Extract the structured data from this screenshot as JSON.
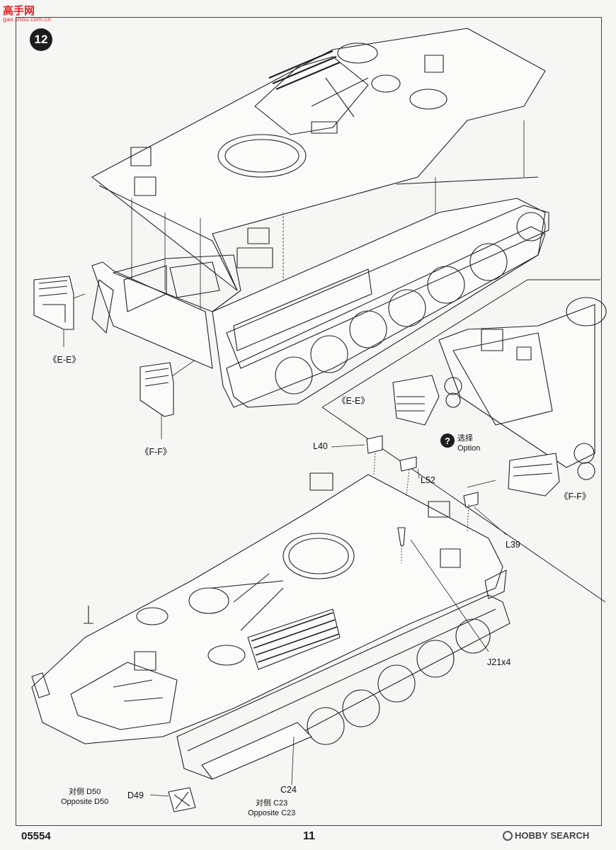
{
  "watermark": {
    "brand": "高手网",
    "url": "gao.shou.com.cn"
  },
  "step": {
    "number": "12"
  },
  "labels": {
    "ee_main": "《E-E》",
    "ff_main": "《F-F》",
    "ee_option": "《E-E》",
    "ff_option": "《F-F》",
    "option_cn": "选择",
    "option_en": "Option",
    "l40": "L40",
    "l52": "L52",
    "l39": "L39",
    "j21": "J21x4",
    "c24": "C24",
    "c23_cn": "对侧 C23",
    "c23_en": "Opposite C23",
    "d50_cn": "对侧 D50",
    "d50_en": "Opposite D50",
    "d49": "D49"
  },
  "option_icon": "?",
  "footer": {
    "product_code": "05554",
    "page": "11",
    "site": "HOBBY SEARCH"
  }
}
